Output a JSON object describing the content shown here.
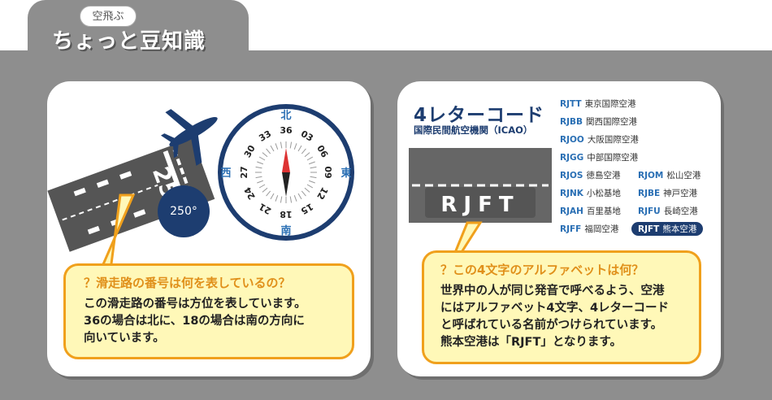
{
  "header": {
    "small_label": "空飛ぶ",
    "title": "ちょっと豆知識"
  },
  "left_panel": {
    "runway_number": "25",
    "heading_badge": "250°",
    "compass": {
      "north": "北",
      "south": "南",
      "east": "東",
      "west": "西",
      "ticks": [
        "36",
        "03",
        "06",
        "09",
        "12",
        "15",
        "18",
        "21",
        "24",
        "27",
        "30",
        "33"
      ]
    },
    "callout": {
      "question": "？滑走路の番号は何を表しているの？",
      "lines": [
        "この滑走路の番号は方位を表しています。",
        "36の場合は北に、18の場合は南の方向に",
        "向いています。"
      ]
    }
  },
  "right_panel": {
    "title": "4レターコード",
    "subtitle": "国際民間航空機関（ICAO）",
    "sign_code": "RJFT",
    "codes_col1": [
      {
        "code": "RJTT",
        "name": "東京国際空港"
      },
      {
        "code": "RJBB",
        "name": "関西国際空港"
      },
      {
        "code": "RJOO",
        "name": "大阪国際空港"
      },
      {
        "code": "RJGG",
        "name": "中部国際空港"
      },
      {
        "code": "RJOS",
        "name": "徳島空港"
      },
      {
        "code": "RJNK",
        "name": "小松基地"
      },
      {
        "code": "RJAH",
        "name": "百里基地"
      },
      {
        "code": "RJFF",
        "name": "福岡空港"
      }
    ],
    "codes_col2": [
      {
        "code": "RJOM",
        "name": "松山空港"
      },
      {
        "code": "RJBE",
        "name": "神戸空港"
      },
      {
        "code": "RJFU",
        "name": "長崎空港"
      },
      {
        "code": "RJFT",
        "name": "熊本空港"
      }
    ],
    "callout": {
      "question": "？この4文字のアルファベットは何？",
      "lines": [
        "世界中の人が同じ発音で呼べるよう、空港",
        "にはアルファベット4文字、4レターコード",
        "と呼ばれている名前がつけられています。",
        "熊本空港は「RJFT」となります。"
      ]
    }
  },
  "colors": {
    "navy": "#1d3d70",
    "orange": "#f0a01c",
    "callout_bg": "#fff8b8",
    "gray_bg": "#8e8e8e"
  }
}
